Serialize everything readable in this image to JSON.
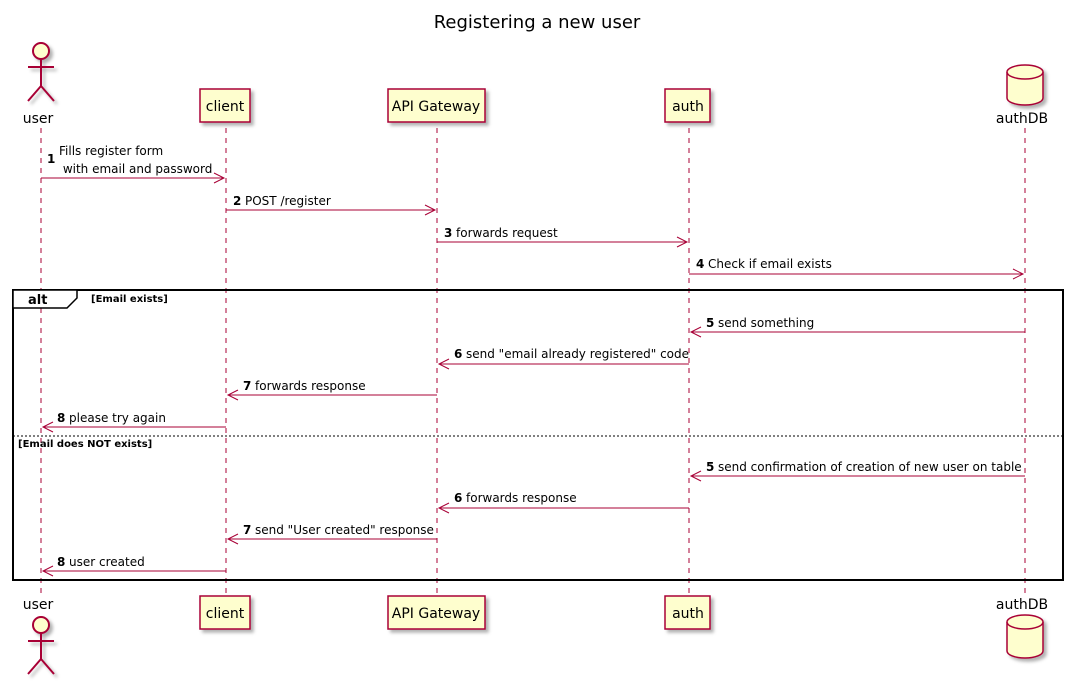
{
  "diagram": {
    "title": "Registering a new user",
    "participants": [
      {
        "id": "user",
        "label": "user",
        "kind": "actor"
      },
      {
        "id": "client",
        "label": "client",
        "kind": "participant"
      },
      {
        "id": "gateway",
        "label": "API Gateway",
        "kind": "participant"
      },
      {
        "id": "auth",
        "label": "auth",
        "kind": "participant"
      },
      {
        "id": "authdb",
        "label": "authDB",
        "kind": "database"
      }
    ],
    "messages": [
      {
        "num": "1",
        "lines": [
          "Fills register form",
          " with email and password"
        ],
        "from": "user",
        "to": "client"
      },
      {
        "num": "2",
        "lines": [
          "POST /register"
        ],
        "from": "client",
        "to": "gateway"
      },
      {
        "num": "3",
        "lines": [
          "forwards request"
        ],
        "from": "gateway",
        "to": "auth"
      },
      {
        "num": "4",
        "lines": [
          "Check if email exists"
        ],
        "from": "auth",
        "to": "authdb"
      },
      {
        "num": "5",
        "lines": [
          "send something"
        ],
        "from": "authdb",
        "to": "auth"
      },
      {
        "num": "6",
        "lines": [
          "send \"email already registered\" code"
        ],
        "from": "auth",
        "to": "gateway"
      },
      {
        "num": "7",
        "lines": [
          "forwards response"
        ],
        "from": "gateway",
        "to": "client"
      },
      {
        "num": "8",
        "lines": [
          "please try again"
        ],
        "from": "client",
        "to": "user"
      },
      {
        "num": "5",
        "lines": [
          "send confirmation of creation of new user on table"
        ],
        "from": "authdb",
        "to": "auth"
      },
      {
        "num": "6",
        "lines": [
          "forwards response"
        ],
        "from": "auth",
        "to": "gateway"
      },
      {
        "num": "7",
        "lines": [
          "send \"User created\" response"
        ],
        "from": "gateway",
        "to": "client"
      },
      {
        "num": "8",
        "lines": [
          "user created"
        ],
        "from": "client",
        "to": "user"
      }
    ],
    "alt": {
      "keyword": "alt",
      "conditions": [
        "[Email exists]",
        "[Email does NOT exists]"
      ]
    },
    "colors": {
      "participant_fill": "#FEFECE",
      "border": "#A80036",
      "arrow": "#A80036",
      "frame": "#000000"
    }
  }
}
